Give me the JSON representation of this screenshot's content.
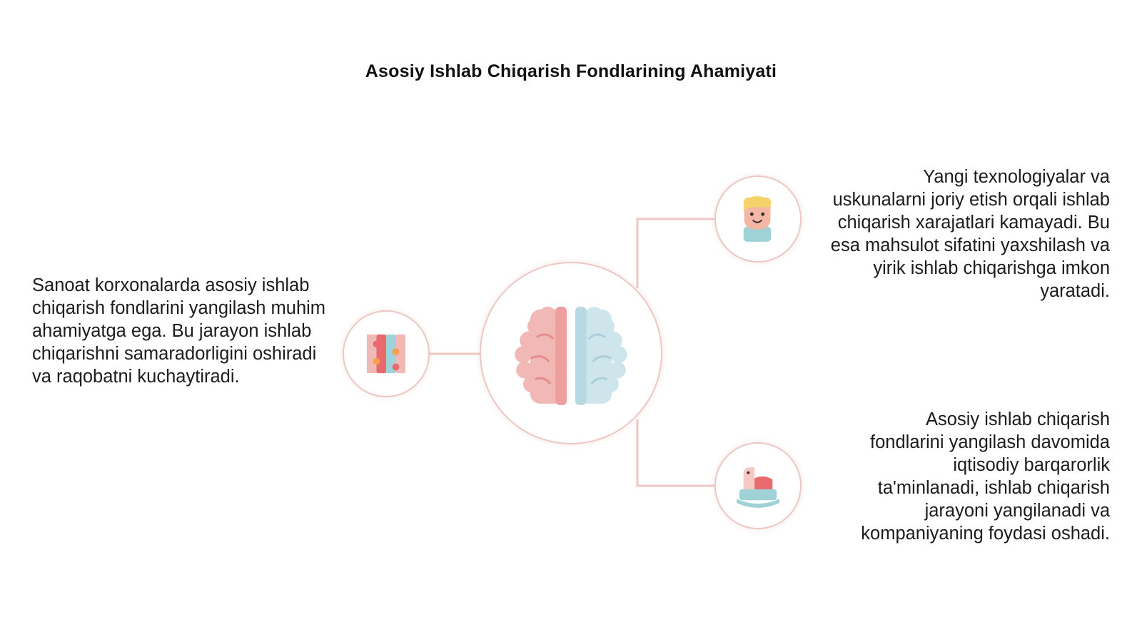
{
  "diagram": {
    "title": "Asosiy Ishlab Chiqarish Fondlarining Ahamiyati",
    "colors": {
      "circle_border": "#edc7c3",
      "connector": "#edc7c3",
      "brain_left": "#f2b8b6",
      "brain_right": "#cfe5ec",
      "text": "#1c1c1c"
    },
    "center": {
      "icon": "brain-icon"
    },
    "left": {
      "icon": "puzzle-blocks-icon",
      "text": "Sanoat korxonalarda asosiy ishlab chiqarish fondlarini yangilash muhim ahamiyatga ega. Bu jarayon ishlab chiqarishni samaradorligini oshiradi va raqobatni kuchaytiradi."
    },
    "top_right": {
      "icon": "child-face-icon",
      "text": "Yangi texnologiyalar va uskunalarni joriy etish orqali ishlab chiqarish xarajatlari kamayadi. Bu esa mahsulot sifatini yaxshilash va yirik ishlab chiqarishga imkon yaratadi."
    },
    "bottom_right": {
      "icon": "rocking-horse-icon",
      "text": "Asosiy ishlab chiqarish fondlarini yangilash davomida iqtisodiy barqarorlik ta'minlanadi, ishlab chiqarish jarayoni yangilanadi va kompaniyaning foydasi oshadi."
    }
  }
}
